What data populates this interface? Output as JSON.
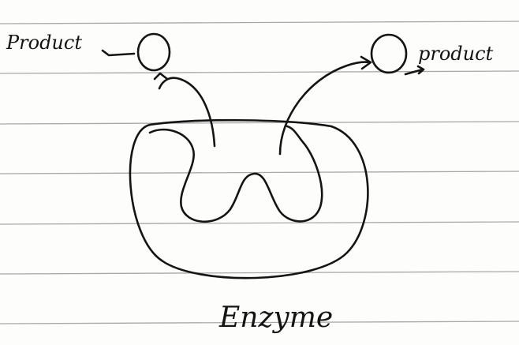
{
  "labels": {
    "product_left": "Product",
    "product_right": "product",
    "enzyme": "Enzyme"
  }
}
